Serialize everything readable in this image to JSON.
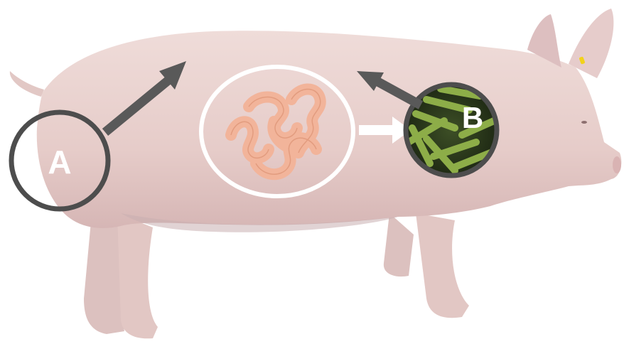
{
  "markers": {
    "a": {
      "label": "A"
    },
    "b": {
      "label": "B"
    }
  },
  "colors": {
    "background": "#ffffff",
    "pig_body": "#e9d2cf",
    "pig_shadow": "#c9aeb0",
    "ring_dark": "#4d4d4d",
    "ring_light": "#ffffff",
    "arrow_dark": "#595959",
    "arrow_light": "#ffffff",
    "intestine": "#f2b49a",
    "intestine_outline": "#d98d6e",
    "bacteria_bg": "#2f3d1f",
    "bacteria": "#8dad48",
    "ear_tag": "#f2d21b"
  },
  "icons": [
    "pig-image",
    "intestine-icon",
    "bacteria-icon",
    "arrow-icon"
  ]
}
